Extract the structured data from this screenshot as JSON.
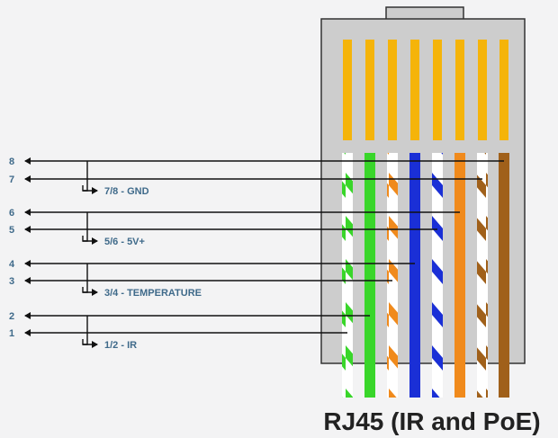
{
  "title": "RJ45 (IR and PoE)",
  "pins": [
    {
      "num": "8",
      "wire": "brown",
      "stripe": false,
      "color": "#a0601a"
    },
    {
      "num": "7",
      "wire": "white-brown",
      "stripe": true,
      "color": "#a0601a"
    },
    {
      "num": "6",
      "wire": "orange",
      "stripe": false,
      "color": "#f08a1c"
    },
    {
      "num": "5",
      "wire": "white-blue",
      "stripe": true,
      "color": "#1a2fd6"
    },
    {
      "num": "4",
      "wire": "blue",
      "stripe": false,
      "color": "#1a2fd6"
    },
    {
      "num": "3",
      "wire": "white-orange",
      "stripe": true,
      "color": "#f08a1c"
    },
    {
      "num": "2",
      "wire": "green",
      "stripe": false,
      "color": "#39d62a"
    },
    {
      "num": "1",
      "wire": "white-green",
      "stripe": true,
      "color": "#39d62a"
    }
  ],
  "groups": [
    {
      "label": "7/8 - GND"
    },
    {
      "label": "5/6 - 5V+"
    },
    {
      "label": "3/4 - TEMPERATURE"
    },
    {
      "label": "1/2 - IR"
    }
  ],
  "colors": {
    "contact": "#f5b40a",
    "connector_body": "#cdcdcd",
    "line": "#111111",
    "label": "#3f6a8a"
  }
}
